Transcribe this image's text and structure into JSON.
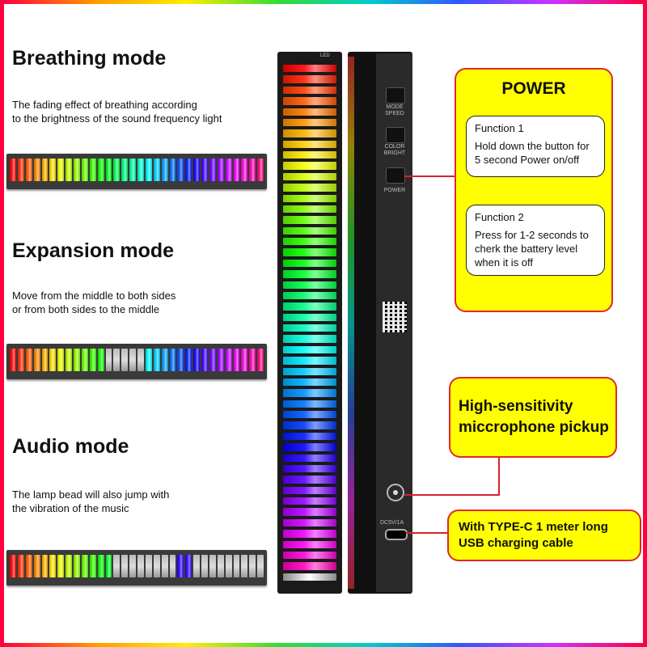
{
  "modes": [
    {
      "title": "Breathing mode",
      "desc": [
        "The fading effect of breathing according",
        "to the brightness of the sound frequency light"
      ]
    },
    {
      "title": "Expansion mode",
      "desc": [
        "Move from the middle to both sides",
        "or from both sides to the middle"
      ]
    },
    {
      "title": "Audio mode",
      "desc": [
        "The lamp bead will also jump with",
        "the vibration of the music"
      ]
    }
  ],
  "device": {
    "front_label": "LED",
    "buttons": [
      "MODE SPEED",
      "COLOR BRIGHT",
      "POWER"
    ],
    "port_label": "DC5V/1A"
  },
  "power_panel": {
    "title": "POWER",
    "functions": [
      {
        "title": "Function 1",
        "lines": [
          "Hold down the button for",
          "5 second Power on/off"
        ]
      },
      {
        "title": "Function 2",
        "lines": [
          "Press for 1-2 seconds to",
          "cherk the battery level",
          "when it is off"
        ]
      }
    ]
  },
  "mic_callout": [
    "High-sensitivity",
    "miccrophone pickup"
  ],
  "usb_callout": [
    "With TYPE-C 1 meter long",
    "USB charging cable"
  ],
  "colors": {
    "accent_red": "#d6232b",
    "callout_yellow": "#ffff00"
  }
}
